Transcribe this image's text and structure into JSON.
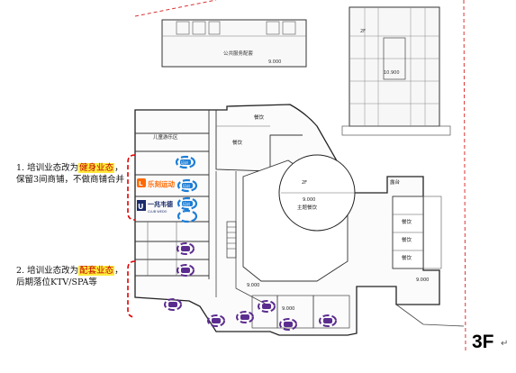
{
  "notes": [
    {
      "line1_pre": "1. 培训业态改为",
      "line1_hl": "健身业态",
      "line1_post": "，",
      "line2": "保留3间商铺，不做商铺合并"
    },
    {
      "line1_pre": "2. 培训业态改为",
      "line1_hl": "配套业态",
      "line1_post": "，",
      "line2": "后期落位KTV/SPA等"
    }
  ],
  "floor_label": "3F",
  "return_mark": "↵",
  "rooms": {
    "public_service": "公共服务配套",
    "kids_area": "儿童游乐区",
    "dining_1": "餐饮",
    "dining_2": "餐饮",
    "dining_3": "餐饮",
    "dining_4": "餐饮",
    "dining_5": "餐饮",
    "theme_dining": "主题餐饮",
    "terrace": "露台",
    "atrium": "2F"
  },
  "elevations": {
    "e1": "9.000",
    "e2": "9.000",
    "e3": "9.000",
    "e4": "9.000",
    "e5": "10.900",
    "e6": "9.000",
    "tower": "2F"
  },
  "brands": {
    "lecoo": "乐刻运动",
    "yizhao": "一兆韦德",
    "yizhao_sub": "CLUB WEDO"
  },
  "badge_label": "培训",
  "colors": {
    "red": "#e00000",
    "highlight": "#ffeb3b",
    "blue": "#1c7dd6",
    "purple": "#5b2c8f",
    "orange": "#ff6a00"
  }
}
